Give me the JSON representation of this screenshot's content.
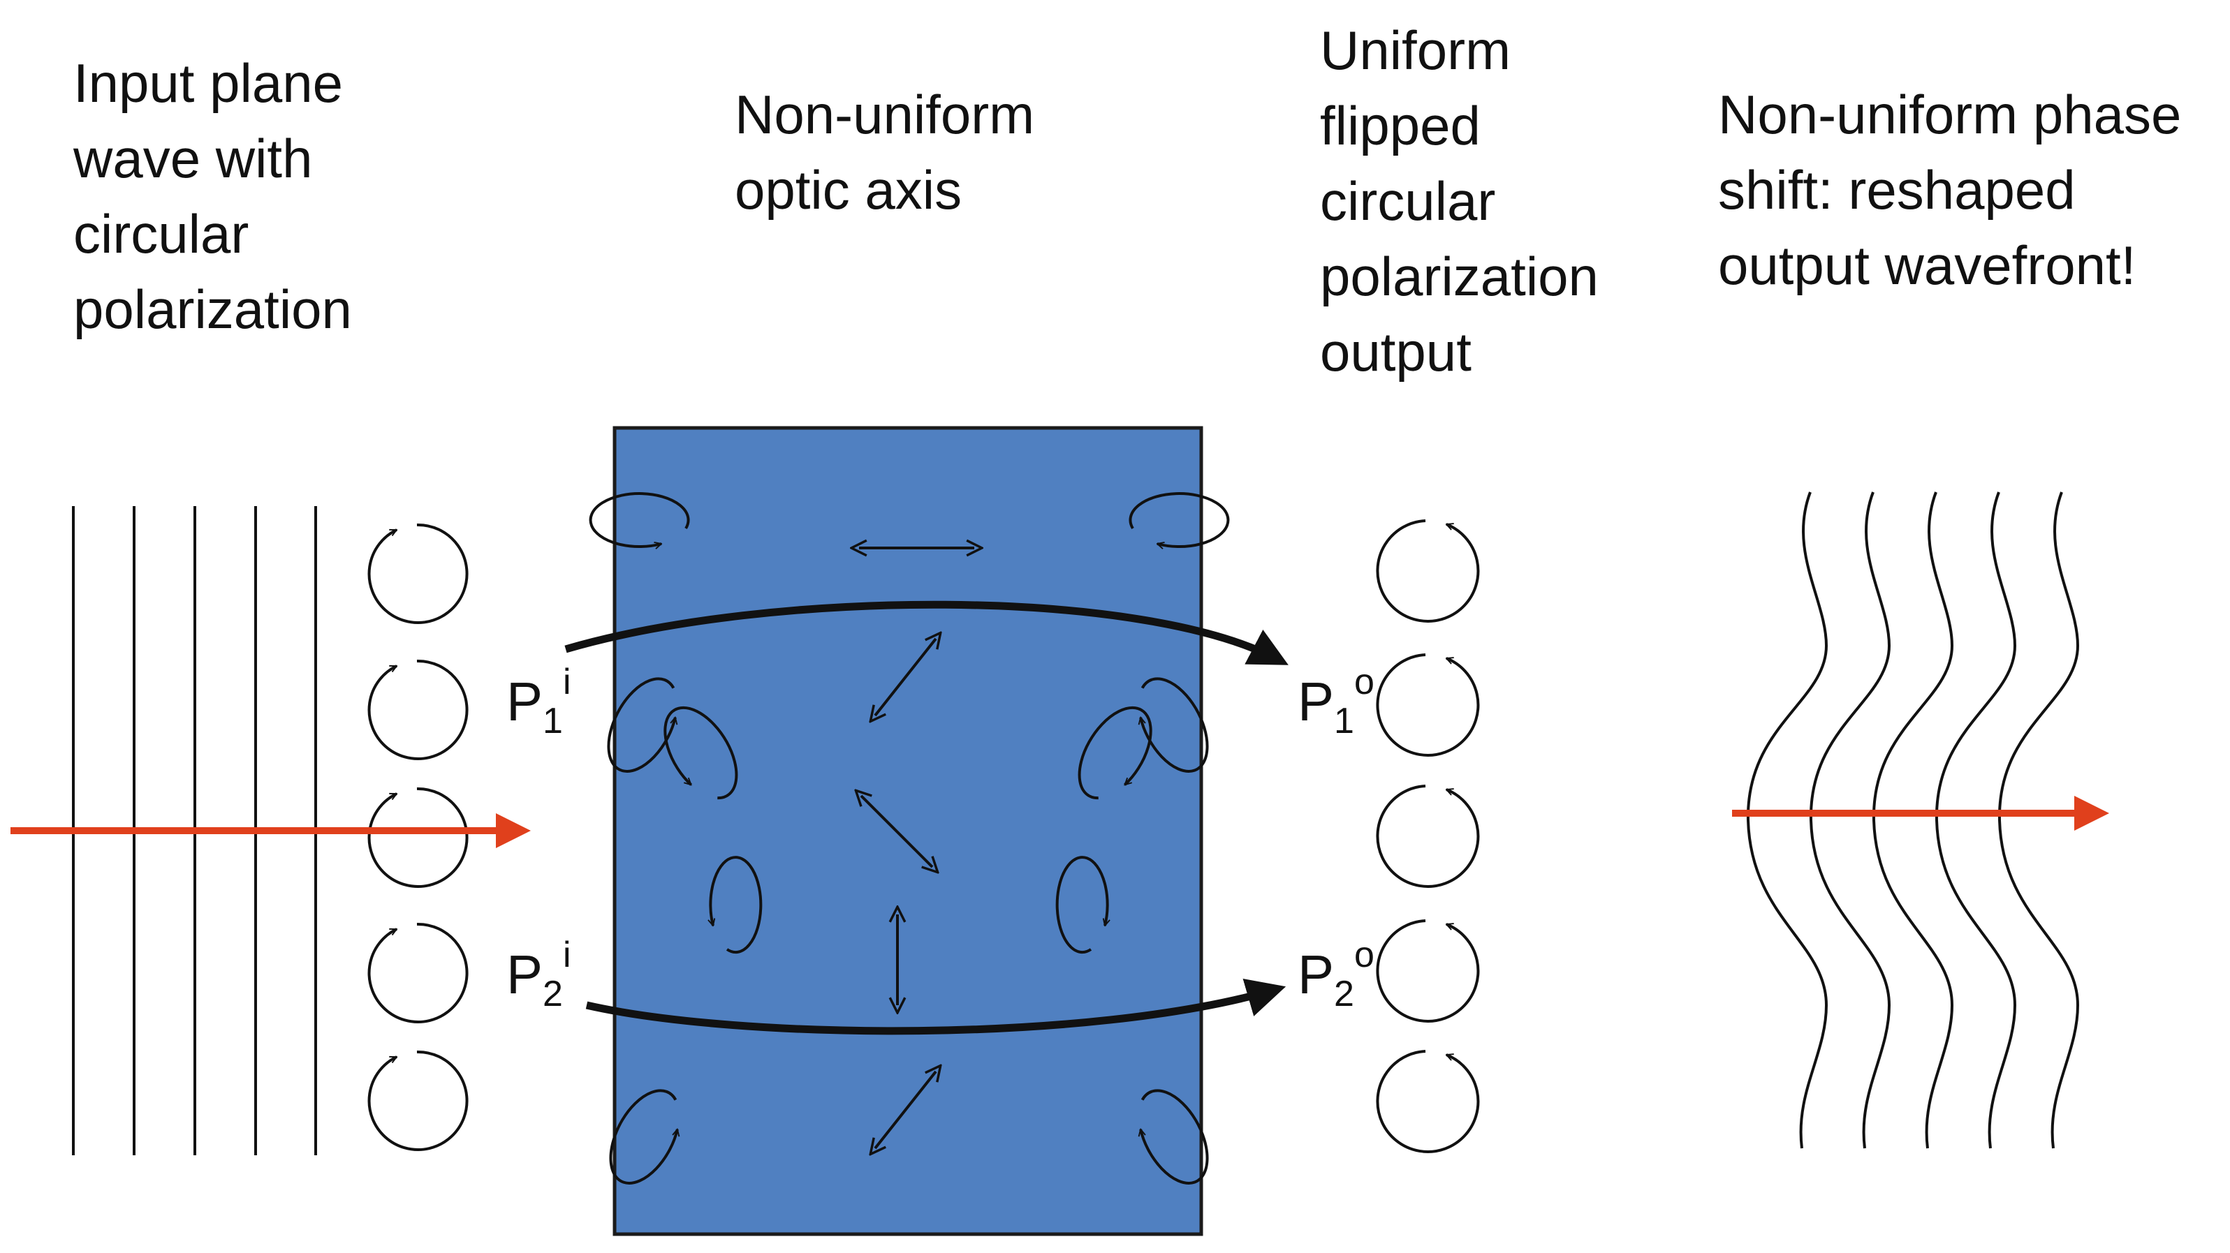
{
  "captions": {
    "input": [
      "Input plane",
      "wave with",
      "circular",
      "polarization"
    ],
    "optic": [
      "Non-uniform",
      "optic axis"
    ],
    "output": [
      "Uniform",
      "flipped",
      "circular",
      "polarization",
      "output"
    ],
    "wavefront": [
      "Non-uniform phase",
      "shift: reshaped",
      "output wavefront!"
    ]
  },
  "labels": {
    "p1_in": {
      "base": "P",
      "sub": "1",
      "sup": "i"
    },
    "p2_in": {
      "base": "P",
      "sub": "2",
      "sup": "i"
    },
    "p1_out": {
      "base": "P",
      "sub": "1",
      "sup": "o"
    },
    "p2_out": {
      "base": "P",
      "sub": "2",
      "sup": "o"
    }
  },
  "colors": {
    "plate_fill": "#5080c1",
    "plate_stroke": "#1b1b1b",
    "beam_arrow": "#e0401c",
    "ink": "#111111"
  },
  "icons": {
    "input_polarization": "circular-arrow-icon",
    "plate_polarization": "elliptical-arrow-icon",
    "optic_axis": "double-arrow-icon",
    "output_polarization": "circular-arrow-icon"
  }
}
